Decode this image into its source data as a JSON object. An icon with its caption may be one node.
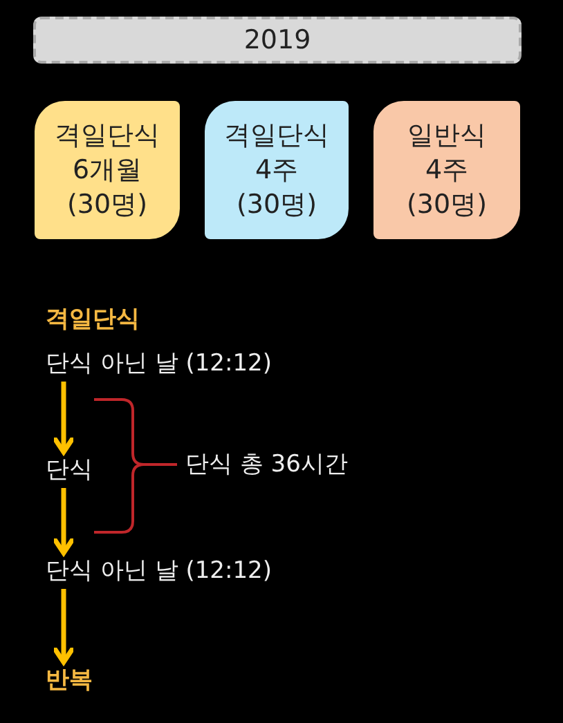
{
  "diagram": {
    "nodes": [
      {
        "text": [
          "2019"
        ]
      },
      {
        "text": [
          "격일단식 6개월 (30명)"
        ]
      },
      {
        "text": [
          "격일단식 4주 (30명)"
        ]
      },
      {
        "text": [
          "일반식 4주 (30명)"
        ]
      },
      {
        "text": [
          "단식 아닌 날 (12:12)"
        ]
      },
      {
        "text": [
          "단식"
        ]
      },
      {
        "text": [
          "단식 아닌 날 (12:12)"
        ]
      },
      {
        "text": [
          "반복"
        ]
      }
    ],
    "edges": [
      {
        "from": 4,
        "to": 5,
        "arrow": "to"
      },
      {
        "from": 5,
        "to": 6,
        "arrow": "to"
      },
      {
        "from": 6,
        "to": 7,
        "arrow": "to"
      }
    ],
    "labels": [
      "격일단식",
      "단식 총 36시간"
    ]
  }
}
